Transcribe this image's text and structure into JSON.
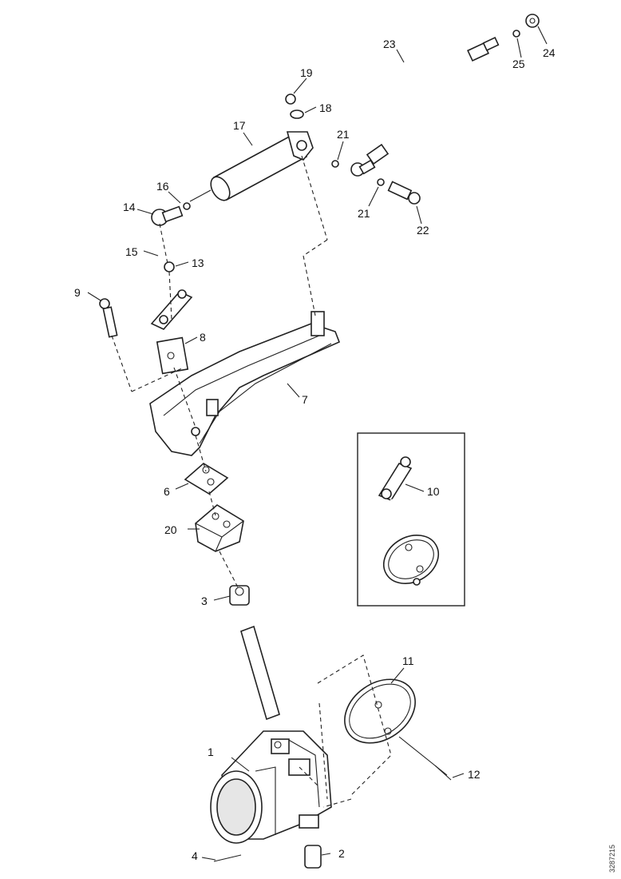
{
  "diagram": {
    "drawing_code": "3287215",
    "callouts": [
      {
        "id": "c1",
        "label": "1"
      },
      {
        "id": "c2",
        "label": "2"
      },
      {
        "id": "c3",
        "label": "3"
      },
      {
        "id": "c4",
        "label": "4"
      },
      {
        "id": "c6",
        "label": "6"
      },
      {
        "id": "c7",
        "label": "7"
      },
      {
        "id": "c8",
        "label": "8"
      },
      {
        "id": "c9",
        "label": "9"
      },
      {
        "id": "c10",
        "label": "10"
      },
      {
        "id": "c11",
        "label": "11"
      },
      {
        "id": "c12",
        "label": "12"
      },
      {
        "id": "c13",
        "label": "13"
      },
      {
        "id": "c14",
        "label": "14"
      },
      {
        "id": "c15",
        "label": "15"
      },
      {
        "id": "c16",
        "label": "16"
      },
      {
        "id": "c17",
        "label": "17"
      },
      {
        "id": "c18",
        "label": "18"
      },
      {
        "id": "c19",
        "label": "19"
      },
      {
        "id": "c20",
        "label": "20"
      },
      {
        "id": "c21a",
        "label": "21"
      },
      {
        "id": "c21b",
        "label": "21"
      },
      {
        "id": "c22",
        "label": "22"
      },
      {
        "id": "c23",
        "label": "23"
      },
      {
        "id": "c24",
        "label": "24"
      },
      {
        "id": "c25",
        "label": "25"
      }
    ]
  }
}
